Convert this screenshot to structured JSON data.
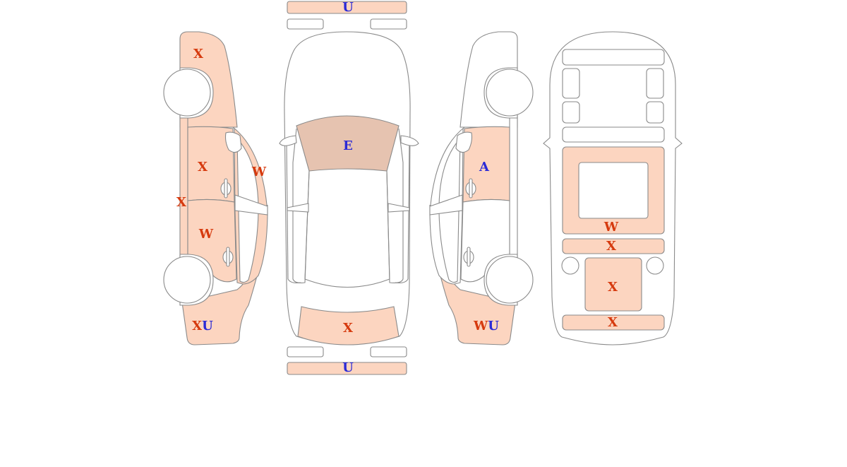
{
  "colors": {
    "damage_fill": "#fcd5c0",
    "glass_fill": "#e6c3b0",
    "outline": "#8a8a8a",
    "code_red": "#d63a0e",
    "code_blue": "#2b2bd6"
  },
  "markers": {
    "left_front_fender": [
      {
        "code": "X",
        "color": "red"
      }
    ],
    "left_front_door": [
      {
        "code": "X",
        "color": "red"
      }
    ],
    "left_rocker": [
      {
        "code": "X",
        "color": "red"
      }
    ],
    "left_front_window": [
      {
        "code": "W",
        "color": "red"
      }
    ],
    "left_rear_door": [
      {
        "code": "W",
        "color": "red"
      }
    ],
    "left_rear_quarter": [
      {
        "code": "X",
        "color": "red"
      },
      {
        "code": "U",
        "color": "blue"
      }
    ],
    "front_bumper": [
      {
        "code": "U",
        "color": "blue"
      }
    ],
    "windshield": [
      {
        "code": "E",
        "color": "blue"
      }
    ],
    "trunk_lid": [
      {
        "code": "X",
        "color": "red"
      }
    ],
    "rear_bumper": [
      {
        "code": "U",
        "color": "blue"
      }
    ],
    "right_front_door": [
      {
        "code": "A",
        "color": "blue"
      }
    ],
    "right_rear_quarter": [
      {
        "code": "W",
        "color": "red"
      },
      {
        "code": "U",
        "color": "blue"
      }
    ],
    "floor_panel": [
      {
        "code": "W",
        "color": "red"
      }
    ],
    "cross_member": [
      {
        "code": "X",
        "color": "red"
      }
    ],
    "trunk_floor": [
      {
        "code": "X",
        "color": "red"
      }
    ],
    "rear_panel": [
      {
        "code": "X",
        "color": "red"
      }
    ]
  }
}
